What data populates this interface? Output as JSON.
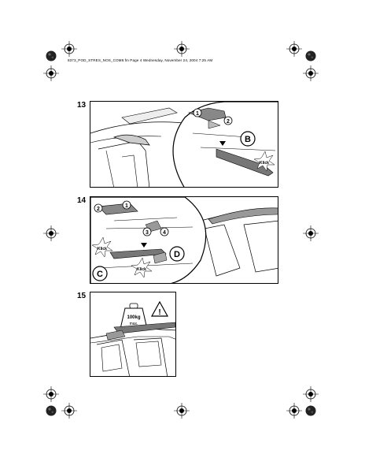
{
  "header": {
    "file_line": "8373_POD_STRES_NOS_COM8.fm  Page 4  Wednesday, November 24, 2004  7:25 AM"
  },
  "steps": [
    {
      "number": "13",
      "markers": [
        "1",
        "2",
        "B"
      ],
      "callout": "Klick"
    },
    {
      "number": "14",
      "markers": [
        "1",
        "2",
        "3",
        "4",
        "C",
        "D"
      ],
      "callouts": [
        "Klick",
        "Klick"
      ]
    },
    {
      "number": "15",
      "weight": "100kg",
      "weight_sub": "max.",
      "warning_symbol": "!"
    }
  ],
  "icons": {
    "registration_marks": "crosshair-circle",
    "corner_marks": "filled-disc"
  }
}
